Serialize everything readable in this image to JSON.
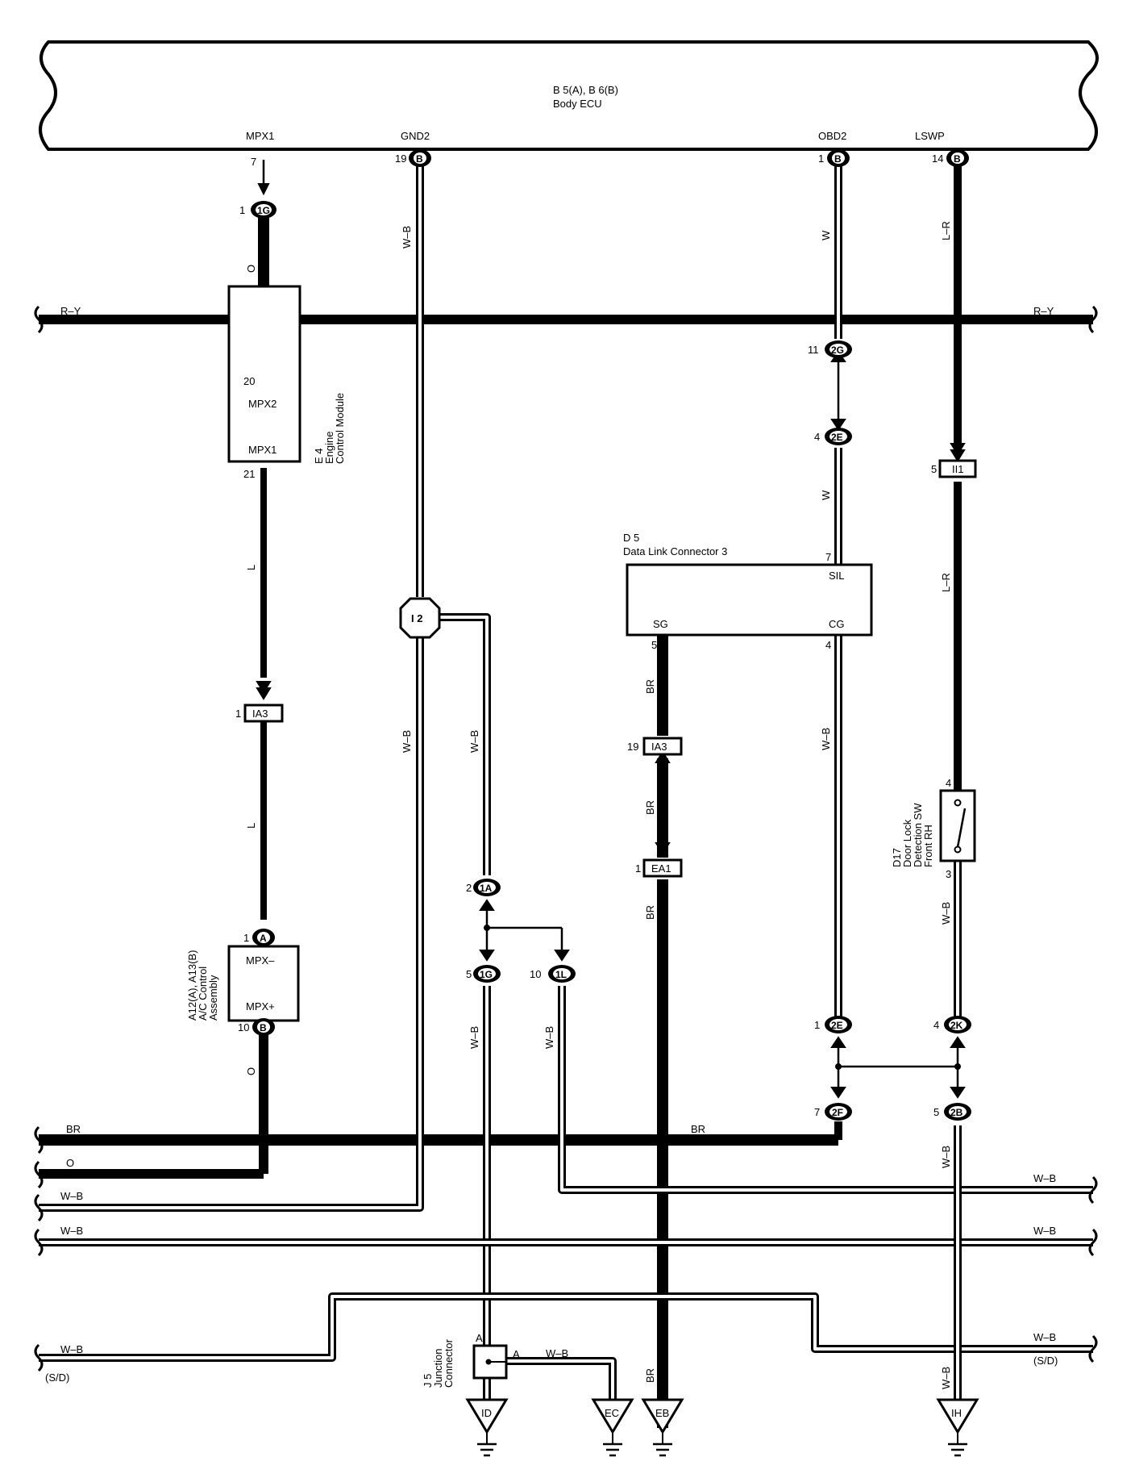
{
  "body_ecu": {
    "code": "B 5(A), B 6(B)",
    "name": "Body ECU",
    "terminals": [
      "MPX1",
      "GND2",
      "OBD2",
      "LSWP"
    ]
  },
  "engine_module": {
    "code": "E 4",
    "name_line1": "Engine",
    "name_line2": "Control Module",
    "terminal_top": "MPX2",
    "terminal_bottom": "MPX1"
  },
  "ac_control": {
    "code": "A12(A), A13(B)",
    "name_line1": "A/C Control",
    "name_line2": "Assembly",
    "terminal_top": "MPX–",
    "terminal_bottom": "MPX+"
  },
  "dlc3": {
    "code": "D 5",
    "name": "Data Link Connector 3",
    "terminals": [
      "SIL",
      "SG",
      "CG"
    ]
  },
  "door_lock_sw": {
    "code": "D17",
    "name_line1": "Door Lock",
    "name_line2": "Detection SW",
    "name_line3": "Front RH"
  },
  "junction": {
    "code": "J 5",
    "name_line1": "Junction",
    "name_line2": "Connector",
    "pin_in": "A",
    "pin_out": "A"
  },
  "connectors": {
    "c1G_top": "1G",
    "c2G": "2G",
    "c2E_top": "2E",
    "cII1": "II1",
    "cIA3_left": "IA3",
    "cI2": "I 2",
    "cIA3_mid": "IA3",
    "cEA1": "EA1",
    "c1A": "1A",
    "c1G_bot": "1G",
    "c1L": "1L",
    "c2E_bot": "2E",
    "c2K": "2K",
    "c2F": "2F",
    "c2B": "2B",
    "cA": "A",
    "cB_ac": "B",
    "cB_gnd2": "B",
    "cB_obd2": "B",
    "cB_lswp": "B"
  },
  "pins": {
    "p7_mpx1": "7",
    "p1_1g": "1",
    "p20": "20",
    "p21": "21",
    "p1_ia3": "1",
    "p1_a": "1",
    "p10_b": "10",
    "p19_gnd2": "19",
    "p1_obd2": "1",
    "p14_lswp": "14",
    "p11_2g": "11",
    "p4_2e": "4",
    "p5_ii1": "5",
    "p7_sil": "7",
    "p5_sg": "5",
    "p4_cg": "4",
    "p19_ia3": "19",
    "p1_ea1": "1",
    "p2_1a": "2",
    "p5_1g": "5",
    "p10_1l": "10",
    "p4_sw": "4",
    "p3_sw": "3",
    "p1_2e": "1",
    "p4_2k": "4",
    "p7_2f": "7",
    "p5_2b": "5"
  },
  "wires": {
    "ry_left": "R–Y",
    "ry_right": "R–Y",
    "o_top": "O",
    "l_mid": "L",
    "l_low": "L",
    "o_low": "O",
    "wb_gnd2_top": "W–B",
    "wb_gnd2_mid": "W–B",
    "wb_i2": "W–B",
    "w_obd2": "W",
    "w_2e": "W",
    "lr_top": "L–R",
    "lr_mid": "L–R",
    "br_sg": "BR",
    "br_ia3": "BR",
    "br_ea1": "BR",
    "br_bottom": "BR",
    "wb_cg": "W–B",
    "wb_sw": "W–B",
    "wb_1g": "W–B",
    "wb_1l": "W–B",
    "wb_2b": "W–B",
    "wb_bottom": "W–B",
    "bus_br": "BR",
    "bus_o": "O",
    "bus_wb1": "W–B",
    "bus_wb1_r": "W–B",
    "bus_wb2": "W–B",
    "bus_wb2_r": "W–B",
    "bus_sd_left": "W–B",
    "bus_sd_right": "W–B",
    "sd_left": "(S/D)",
    "sd_right": "(S/D)",
    "wb_j5": "W–B"
  },
  "grounds": [
    "ID",
    "EC",
    "EB",
    "IH"
  ]
}
